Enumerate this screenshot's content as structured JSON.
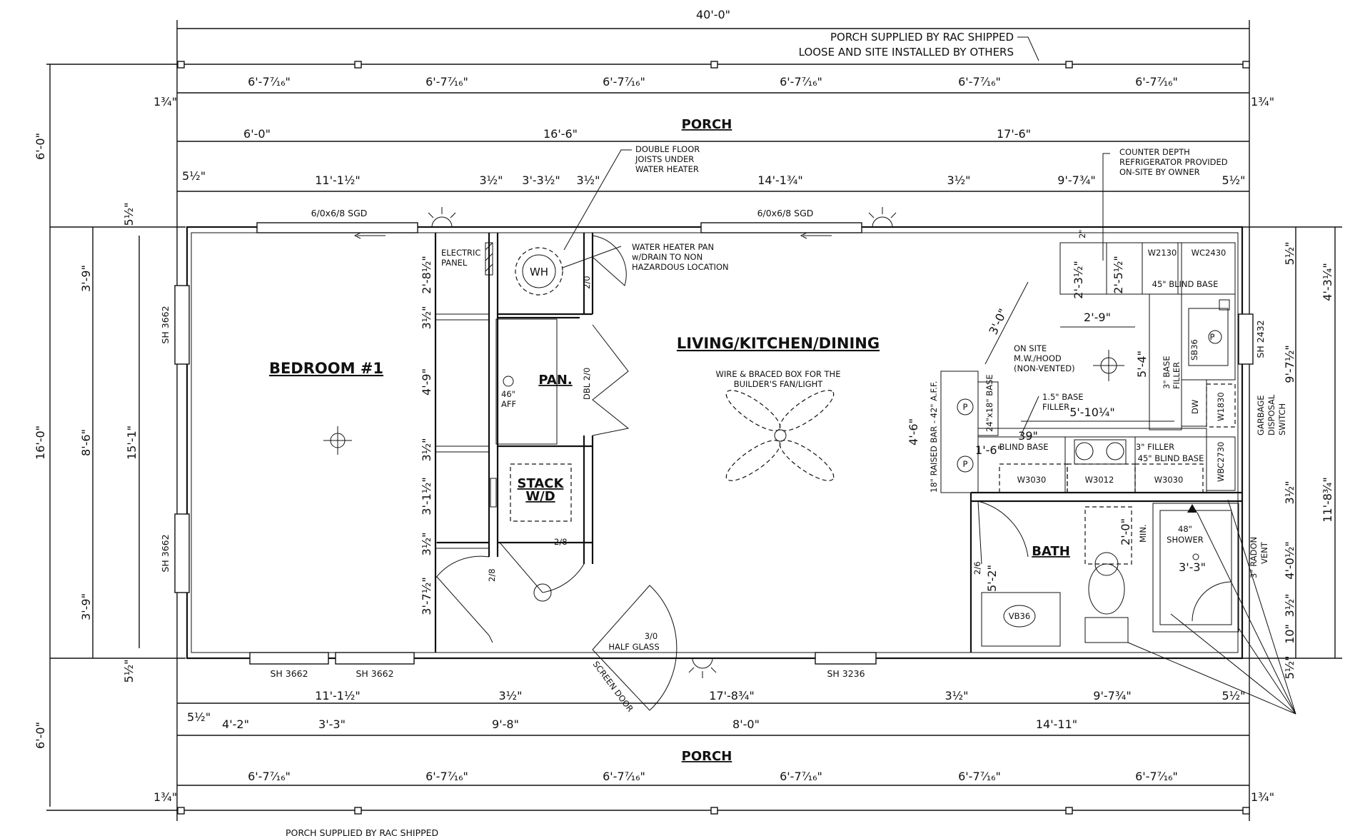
{
  "overall": {
    "width": "40'-0\"",
    "porch_depth": "6'-0\"",
    "house_depth": "16'-0\""
  },
  "notes": {
    "porch_line1": "PORCH SUPPLIED BY RAC SHIPPED",
    "porch_line2": "LOOSE AND SITE INSTALLED BY OTHERS",
    "joist_1": "DOUBLE FLOOR",
    "joist_2": "JOISTS UNDER",
    "joist_3": "WATER HEATER",
    "pan_1": "WATER HEATER PAN",
    "pan_2": "w/DRAIN TO NON",
    "pan_3": "HAZARDOUS LOCATION",
    "fridge_1": "COUNTER DEPTH",
    "fridge_2": "REFRIGERATOR PROVIDED",
    "fridge_3": "ON-SITE BY OWNER",
    "fan_1": "WIRE & BRACED BOX FOR THE",
    "fan_2": "BUILDER'S FAN/LIGHT",
    "mw_1": "ON SITE",
    "mw_2": "M.W./HOOD",
    "mw_3": "(NON-VENTED)",
    "filler15_1": "1.5\" BASE",
    "filler15_2": "FILLER",
    "garbage_1": "GARBAGE",
    "garbage_2": "DISPOSAL",
    "garbage_3": "SWITCH",
    "radon_1": "3\" RADON",
    "radon_2": "VENT",
    "raised_bar": "18\" RAISED BAR - 42\" A.F.F.",
    "bottom_cut": "PORCH SUPPLIED BY RAC SHIPPED"
  },
  "rooms": {
    "bedroom": "BEDROOM #1",
    "living": "LIVING/KITCHEN/DINING",
    "pantry": "PAN.",
    "stack_1": "STACK",
    "stack_2": "W/D",
    "bath": "BATH",
    "porch_top": "PORCH",
    "porch_bottom": "PORCH",
    "electric_1": "ELECTRIC",
    "electric_2": "PANEL",
    "wh": "WH",
    "shower_1": "48\"",
    "shower_2": "SHOWER"
  },
  "openings": {
    "sgd_left": "6/0x6/8 SGD",
    "sgd_right": "6/0x6/8 SGD",
    "sh_left_1": "SH 3662",
    "sh_left_2": "SH 3662",
    "sh_bottom_1": "SH 3662",
    "sh_bottom_2": "SH 3662",
    "sh_bottom_3": "SH 3236",
    "sh_right": "SH 2432",
    "door_half_1": "3/0",
    "door_half_2": "HALF GLASS",
    "screen_door": "SCREEN DOOR",
    "door_wh": "2/0",
    "door_pan": "DBL 2/0",
    "door_bed": "2/8",
    "door_ldy": "2/8",
    "door_bath": "2/6",
    "aff_1": "46\"",
    "aff_2": "AFF"
  },
  "cabinets": {
    "w2130": "W2130",
    "wc2430": "WC2430",
    "blind_top": "45\" BLIND BASE",
    "sb36": "SB36",
    "dw": "DW",
    "w1830": "W1830",
    "wbc2730": "WBC2730",
    "w3030_l": "W3030",
    "w3012": "W3012",
    "w3030_r": "W3030",
    "blind_btm_l": "BLIND BASE",
    "blind_btm_r": "45\" BLIND BASE",
    "filler3_b": "3\" FILLER",
    "filler3_v": "3\" BASE",
    "filler3_v2": "FILLER",
    "base2418": "24\"x18\" BASE",
    "vb36": "VB36",
    "p": "P"
  },
  "dims": {
    "seg_7_16": "6'-7⁷⁄₁₆\"",
    "d_1_75": "1¾\"",
    "d_6_0": "6'-0\"",
    "d_16_6": "16'-6\"",
    "d_17_6": "17'-6\"",
    "d_5_5": "5½\"",
    "d_11_1_5": "11'-1½\"",
    "d_3_5": "3½\"",
    "d_3_3_5": "3'-3½\"",
    "d_14_1_75": "14'-1¾\"",
    "d_9_7_75": "9'-7¾\"",
    "d_3_9": "3'-9\"",
    "d_8_6": "8'-6\"",
    "d_15_1": "15'-1\"",
    "d_2_8_5": "2'-8½\"",
    "d_4_9": "4'-9\"",
    "d_3_1_5": "3'-1½\"",
    "d_3_7_5": "3'-7½\"",
    "d_2_3_5": "2'-3½\"",
    "d_2_5_5": "2'-5½\"",
    "d_2": "2\"",
    "d_2_9": "2'-9\"",
    "d_3_0_min": "3'-0\"",
    "min": "MIN.",
    "d_5_4": "5'-4\"",
    "d_5_10_25": "5'-10¼\"",
    "d_1_6": "1'-6\"",
    "d_39": "39\"",
    "d_4_6": "4'-6\"",
    "d_2_0": "2'-0\"",
    "d_3_3": "3'-3\"",
    "d_5_2": "5'-2\"",
    "d_4_3_25": "4'-3¼\"",
    "d_9_7_5": "9'-7½\"",
    "d_11_8_75": "11'-8¾\"",
    "d_4_0_5": "4'-0½\"",
    "d_10": "10\"",
    "d_17_8_75": "17'-8¾\"",
    "d_4_2": "4'-2\"",
    "d_3_3b": "3'-3\"",
    "d_9_8": "9'-8\"",
    "d_8_0": "8'-0\"",
    "d_14_11": "14'-11\""
  }
}
